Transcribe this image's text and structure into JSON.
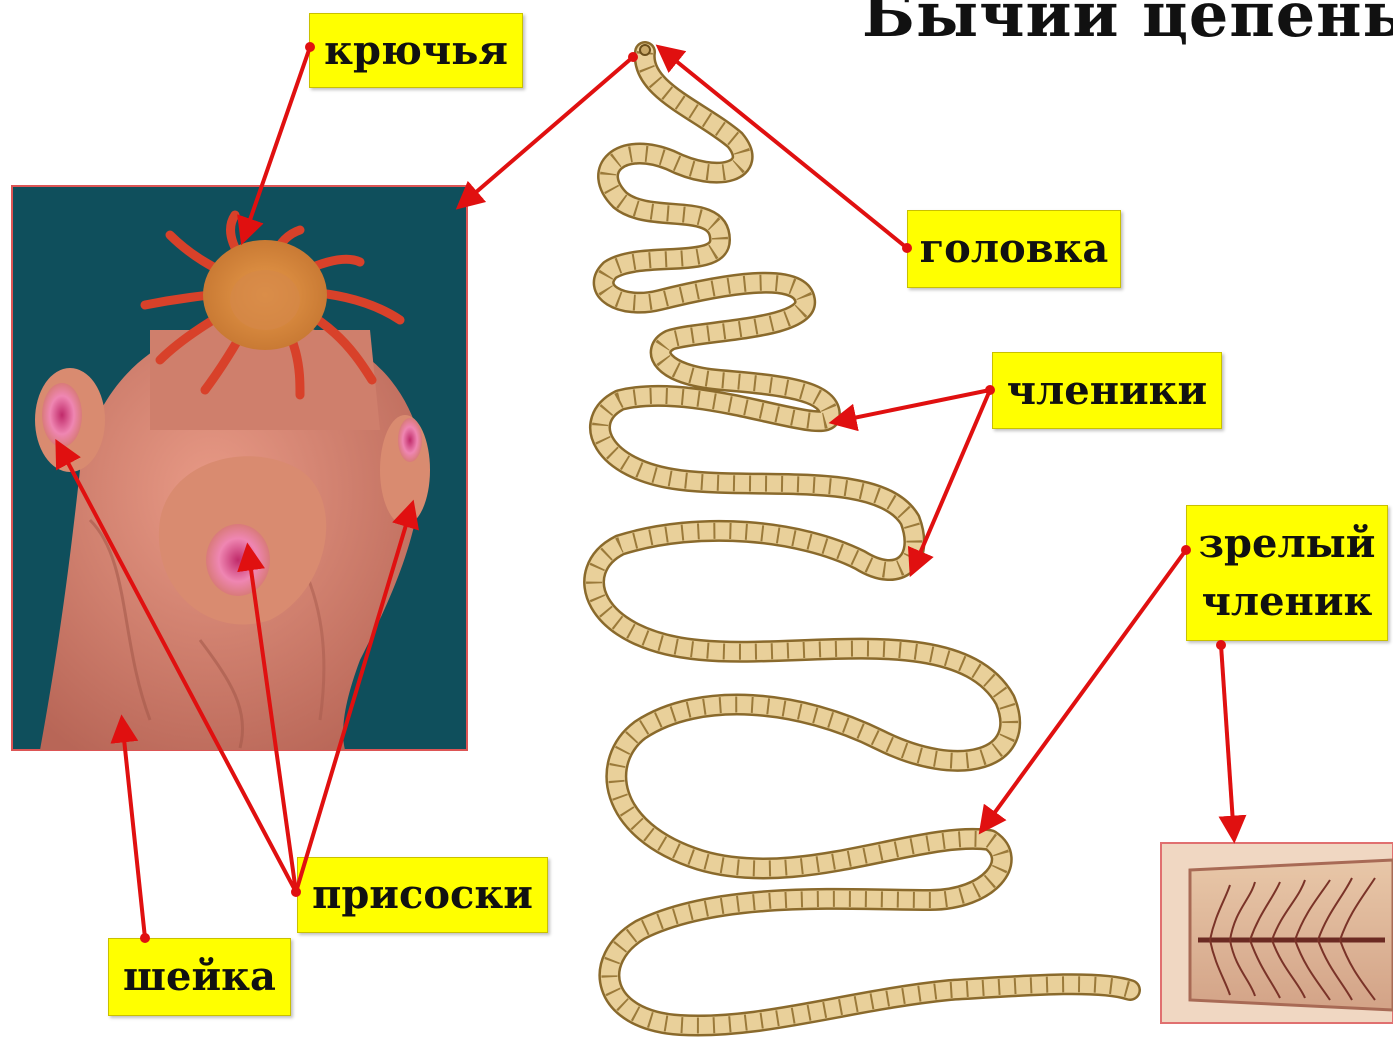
{
  "title": "Бычий цепень",
  "labels": {
    "hooks": "крючья",
    "head": "головка",
    "segments": "членики",
    "mature_line1": "зрелый",
    "mature_line2": "членик",
    "suckers": "присоски",
    "neck": "шейка"
  },
  "colors": {
    "label_bg": "#ffff00",
    "arrow": "#e01010",
    "scolex_bg": "#0f4f5c",
    "worm_fill": "#e9d09a",
    "worm_edge": "#8a6a2c"
  }
}
